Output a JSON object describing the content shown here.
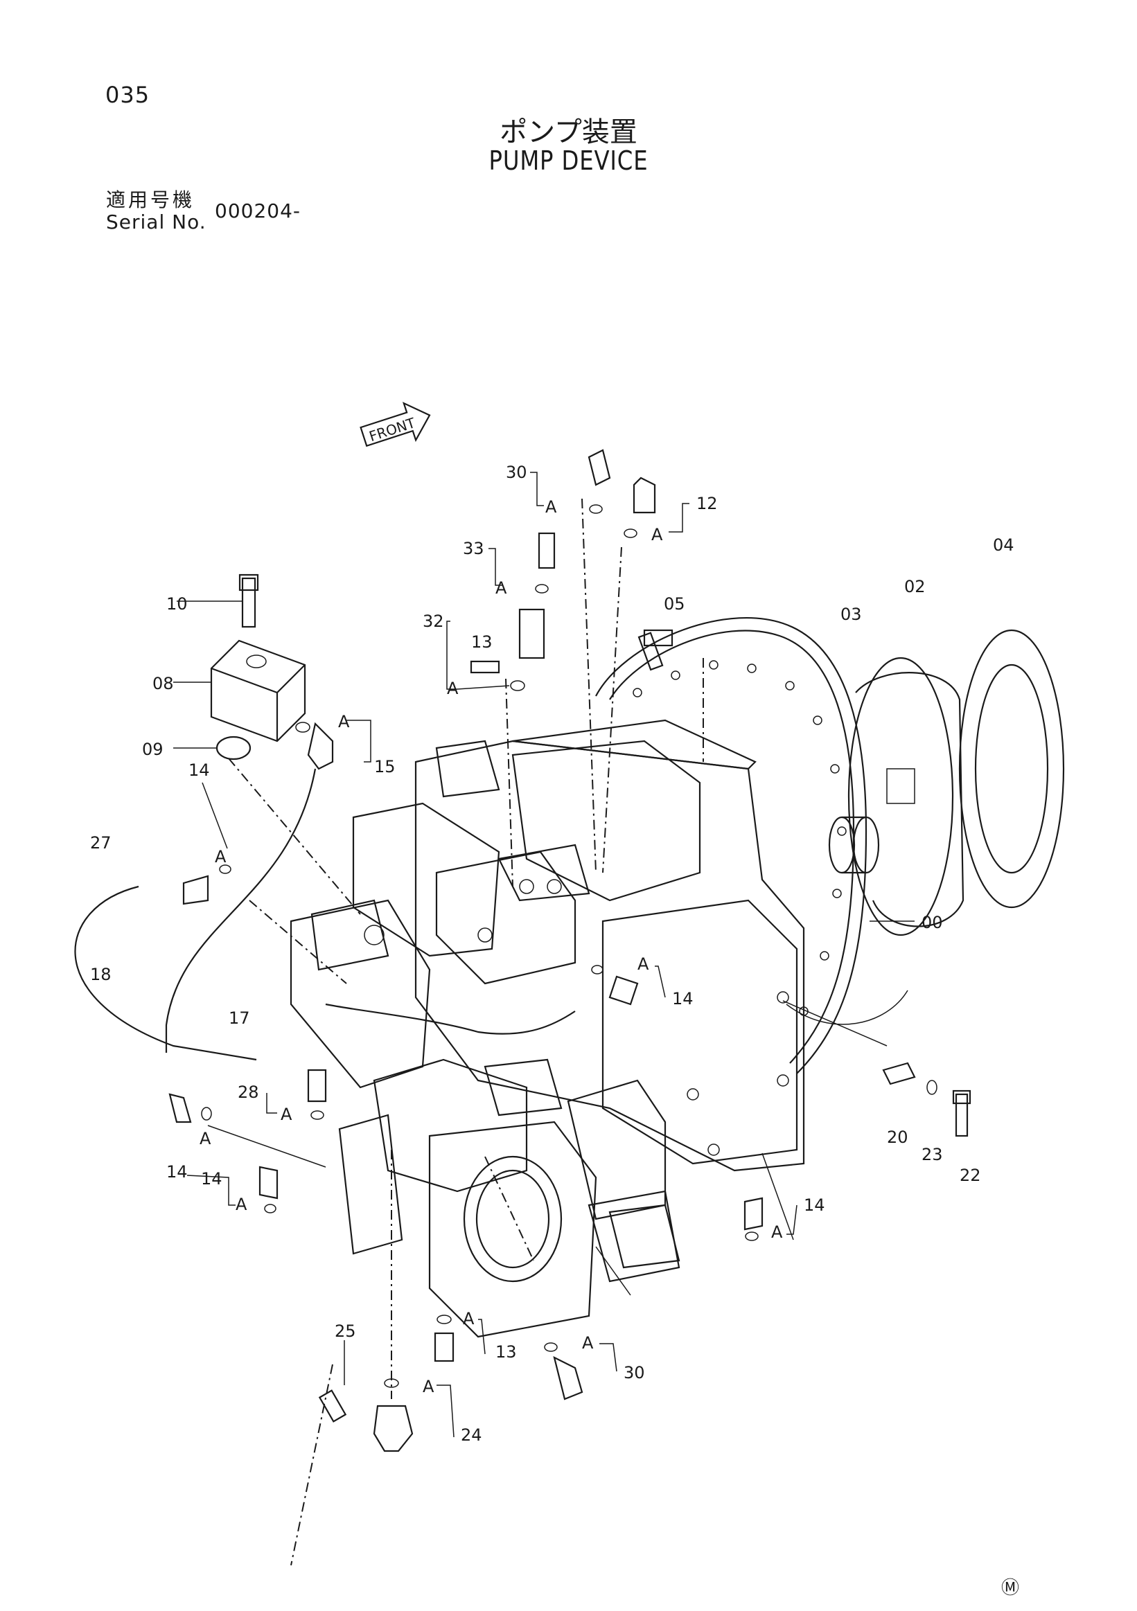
{
  "page_number": "035",
  "title_jp": "ポンプ装置",
  "title_en": "PUMP DEVICE",
  "serial": {
    "label_jp": "適用号機",
    "label_en": "Serial No.",
    "value": "000204-"
  },
  "front_label": "FRONT",
  "callout_letter": "A",
  "part_labels": {
    "p00": "00",
    "p02": "02",
    "p03": "03",
    "p04": "04",
    "p05": "05",
    "p08": "08",
    "p09": "09",
    "p10": "10",
    "p12": "12",
    "p13_top": "13",
    "p13_bottom": "13",
    "p14_a": "14",
    "p14_b": "14",
    "p14_c": "14",
    "p14_d": "14",
    "p14_e": "14",
    "p15": "15",
    "p17": "17",
    "p18": "18",
    "p20": "20",
    "p22": "22",
    "p23": "23",
    "p24": "24",
    "p25": "25",
    "p27": "27",
    "p28": "28",
    "p30_top": "30",
    "p30_bottom": "30",
    "p32": "32",
    "p33": "33"
  },
  "maker_mark": "Ⓜ"
}
